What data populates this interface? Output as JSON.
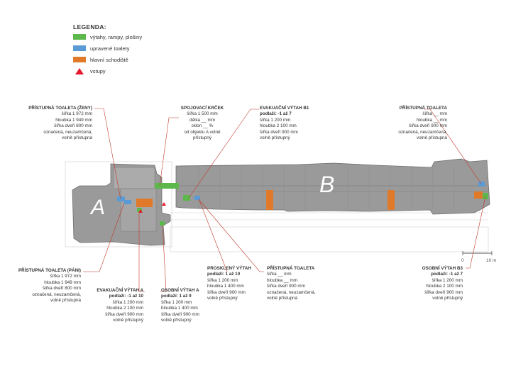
{
  "legend": {
    "title": "LEGENDA:",
    "items": [
      {
        "label": "výtahy, rampy, plošiny",
        "color": "#5cb84a"
      },
      {
        "label": "upravené toalety",
        "color": "#5b9bd5"
      },
      {
        "label": "hlavní schodiště",
        "color": "#e07a2a"
      },
      {
        "label": "vstupy",
        "color": "#e8192c",
        "icon": "red-triangle-icon"
      }
    ]
  },
  "buildings": {
    "a": "A",
    "b": "B"
  },
  "scale": {
    "zero": "0",
    "ten": "10 m"
  },
  "annotations": {
    "wc_zeny": {
      "title": "PŘÍSTUPNÁ TOALETA (ŽENY)",
      "lines": [
        "šířka 1 972 mm",
        "hloubka 1 949 mm",
        "šířka dveří 800 mm",
        "označená, neuzamčená,",
        "volně přístupná"
      ]
    },
    "krcek": {
      "title": "SPOJOVACÍ KRČEK",
      "lines": [
        "šířka 1 500 mm",
        "délka __ mm",
        "sklon __ %",
        "od objektu A volně",
        "přístupný"
      ]
    },
    "vytah_b1": {
      "title": "EVAKUAČNÍ VÝTAH B1",
      "sub": "podlaží: -1 až 7",
      "lines": [
        "šířka 1 200 mm",
        "hloubka 2 100 mm",
        "šířka dveří 900 mm",
        "volně přístupný"
      ]
    },
    "wc_b_right": {
      "title": "PŘÍSTUPNÁ TOALETA",
      "lines": [
        "šířka __ mm",
        "hloubka __ mm",
        "šířka dveří 900 mm",
        "označená, neuzamčená,",
        "volně přístupná"
      ]
    },
    "wc_pani": {
      "title": "PŘÍSTUPNÁ TOALETA (PÁNI)",
      "lines": [
        "šířka 1 972 mm",
        "hloubka 1 949 mm",
        "šířka dveří 800 mm",
        "označená, neuzamčená,",
        "volně přístupná"
      ]
    },
    "vytah_a": {
      "title": "EVAKUAČNÍ VÝTAH A",
      "sub": "podlaží: -1 až 10",
      "lines": [
        "šířka 1 200 mm",
        "hloubka 2 100 mm",
        "šířka dveří 900 mm",
        "volně přístupný"
      ]
    },
    "osobni_a": {
      "title": "OSOBNÍ VÝTAH A",
      "sub": "podlaží: 1 až 9",
      "lines": [
        "šířka 1 200 mm",
        "hloubka 1 400 mm",
        "šířka dveří 900 mm",
        "volně přístupný"
      ]
    },
    "prosklen": {
      "title": "PROSKLENÝ VÝTAH",
      "sub": "podlaží: 1 až 10",
      "lines": [
        "šířka 1 200 mm",
        "hloubka 1 400 mm",
        "šířka dveří 900 mm",
        "volně přístupný"
      ]
    },
    "wc_b_mid": {
      "title": "PŘÍSTUPNÁ TOALETA",
      "lines": [
        "šířka __ mm",
        "hloubka __ mm",
        "šířka dveří 900 mm",
        "označená, neuzamčená,",
        "volně přístupná"
      ]
    },
    "osobni_b3": {
      "title": "OSOBNÍ VÝTAH B3",
      "sub": "podlaží: -1 až 7",
      "lines": [
        "šířka 1 200 mm",
        "hloubka 2 100 mm",
        "šířka dveří 900 mm",
        "volně přístupný"
      ]
    }
  }
}
